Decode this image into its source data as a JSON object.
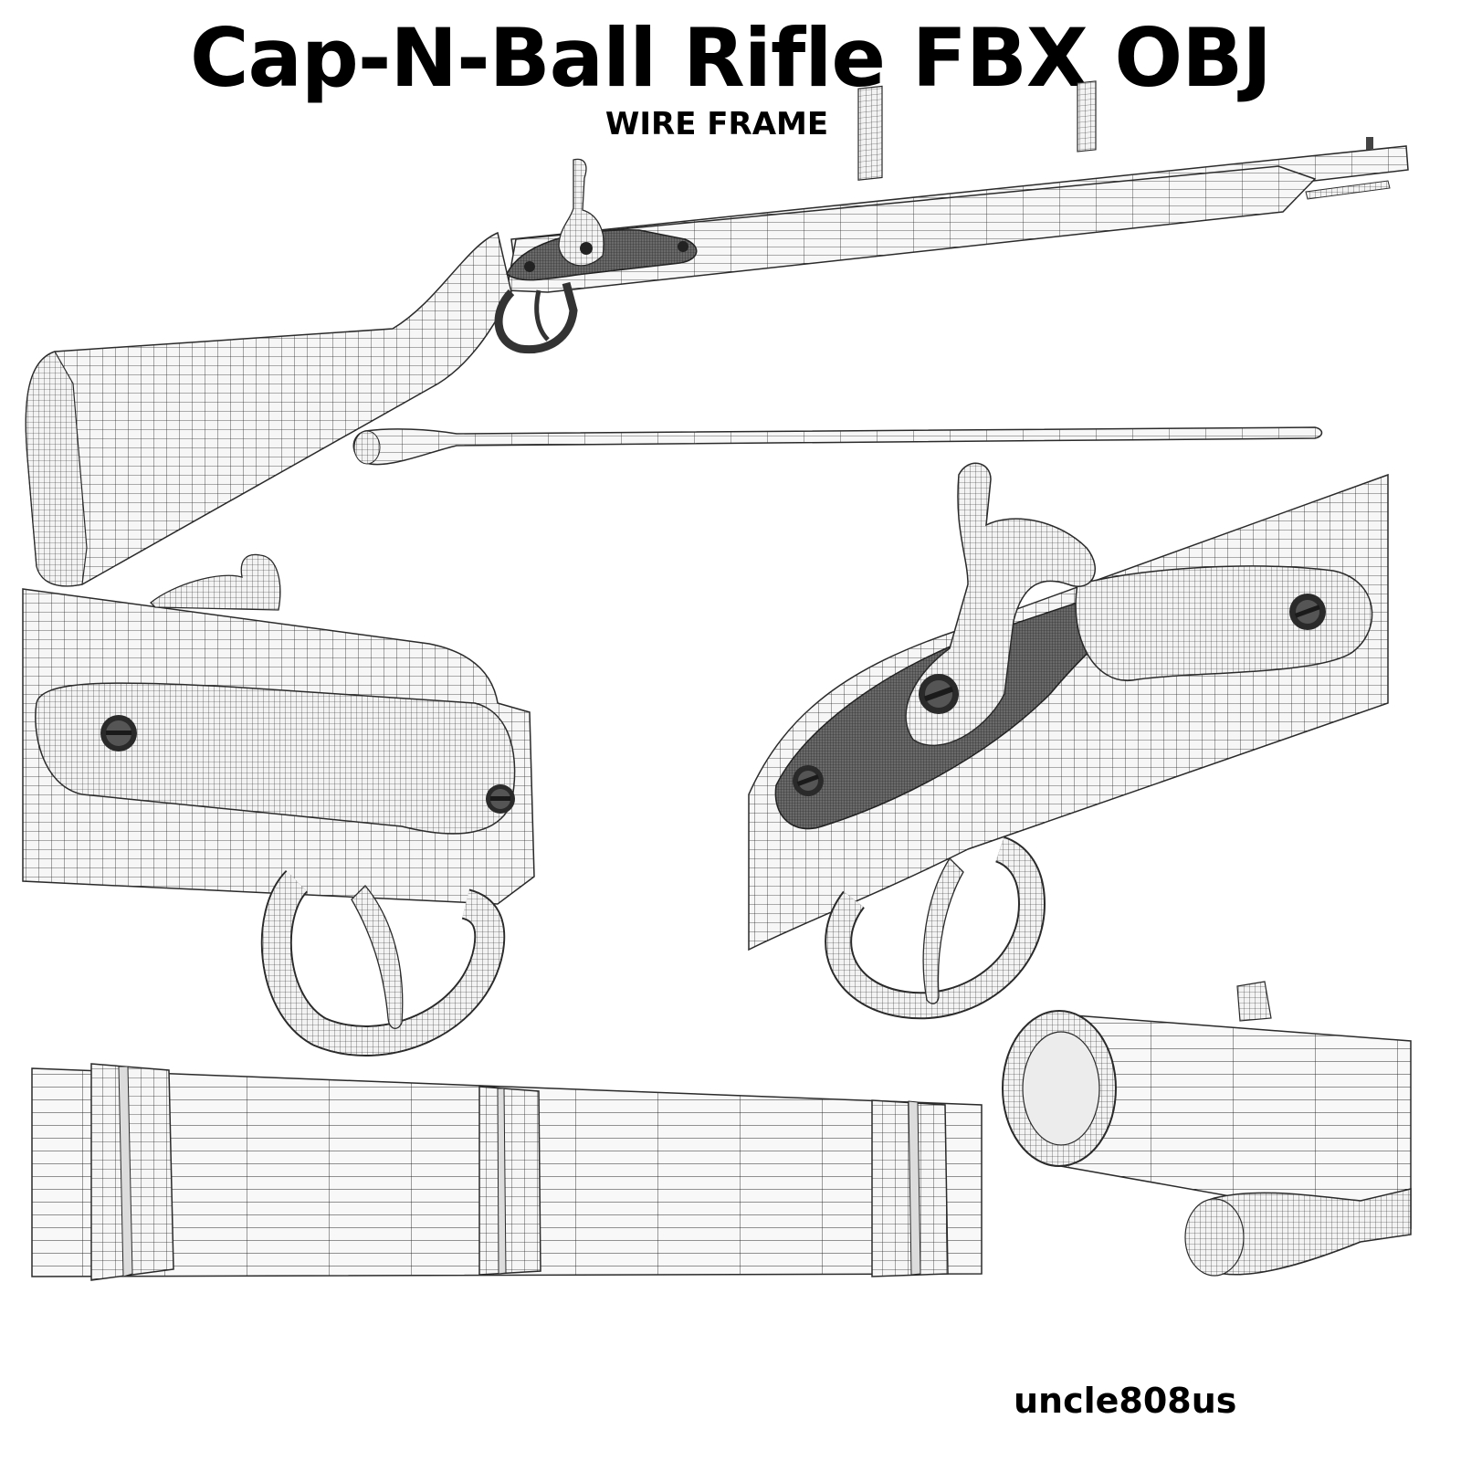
{
  "header": {
    "title": "Cap-N-Ball Rifle FBX OBJ",
    "subtitle": "WIRE FRAME"
  },
  "footer": {
    "author": "uncle808us"
  },
  "views": [
    {
      "name": "full-rifle-view"
    },
    {
      "name": "ramrod-view"
    },
    {
      "name": "lock-left-closeup"
    },
    {
      "name": "lock-right-closeup"
    },
    {
      "name": "barrel-bands-closeup"
    },
    {
      "name": "muzzle-closeup"
    },
    {
      "name": "ramrod-tip-closeup"
    }
  ],
  "colors": {
    "background": "#ffffff",
    "wire": "#2a2a2a",
    "metal": "#4a4a4a",
    "surface": "#f4f4f4"
  }
}
